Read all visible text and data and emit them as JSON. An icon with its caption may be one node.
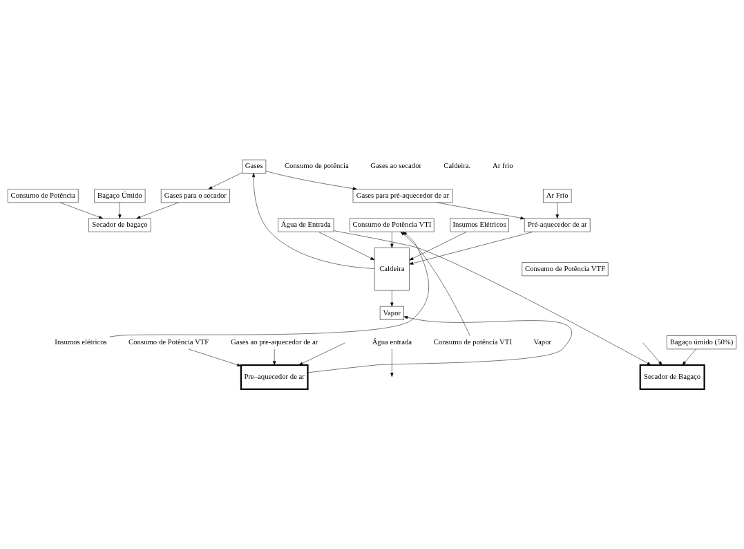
{
  "diagram": {
    "nodes": [
      {
        "text": [
          "Gases para o secador"
        ]
      },
      {
        "text": [
          "Gases"
        ]
      },
      {
        "text": [
          "Gases para pré-aquecedor de ar"
        ]
      },
      {
        "text": [
          "Consumo de Potência"
        ]
      },
      {
        "text": [
          "Secador de bagaço"
        ]
      },
      {
        "text": [
          "Caldeira"
        ]
      },
      {
        "text": [
          "Pré-aquecedor de ar"
        ]
      },
      {
        "text": [
          "Ar Frio"
        ]
      },
      {
        "text": [
          "Bagaço Úmido"
        ]
      },
      {
        "text": [
          "Água de Entrada"
        ]
      },
      {
        "text": [
          "Insumos Elétricos"
        ]
      },
      {
        "text": [
          "Vapor"
        ]
      },
      {
        "text": [
          "Consumo de Potência VTF"
        ]
      },
      {
        "text": [
          "Consumo de Potência VTI"
        ]
      },
      {
        "text": [
          "Secador de Bagaço"
        ]
      },
      {
        "text": [
          "Pre–aquecedor de ar"
        ]
      },
      {
        "text": [
          "Bagaço úmido (50%)"
        ]
      },
      {
        "text": [
          "Água entrada"
        ]
      },
      {
        "text": [
          "Consumo de potência VTI"
        ]
      },
      {
        "text": [
          "Vapor"
        ]
      },
      {
        "text": [
          "Insumos elétricos"
        ]
      },
      {
        "text": [
          "Consumo de Potência VTF"
        ]
      },
      {
        "text": [
          "Gases ao pre-aquecedor de ar"
        ]
      }
    ],
    "edges": [
      {
        "from": 1,
        "to": 0,
        "arrow": "to"
      },
      {
        "from": 1,
        "to": 2,
        "arrow": "to"
      },
      {
        "from": 5,
        "to": 1,
        "arrow": "to"
      },
      {
        "from": 2,
        "to": 6,
        "arrow": "to"
      },
      {
        "from": 6,
        "to": 5,
        "arrow": "to"
      },
      {
        "from": 7,
        "to": 6,
        "arrow": "to"
      },
      {
        "from": 3,
        "to": 4,
        "arrow": "to"
      },
      {
        "from": 0,
        "to": 4,
        "arrow": "to"
      },
      {
        "from": 8,
        "to": 4,
        "arrow": "to"
      },
      {
        "from": 9,
        "to": 5,
        "arrow": "to"
      },
      {
        "from": 10,
        "to": 5,
        "arrow": "to"
      },
      {
        "from": 5,
        "to": 11,
        "arrow": "to"
      },
      {
        "from": 13,
        "to": 5,
        "arrow": "to"
      },
      {
        "from": 16,
        "to": 14,
        "arrow": "to"
      },
      {
        "from": null,
        "to": 14,
        "arrow": "to"
      },
      {
        "from": 9,
        "to": 14,
        "arrow": "to"
      },
      {
        "from": 22,
        "to": 15,
        "arrow": "to"
      },
      {
        "from": 15,
        "to": 11,
        "arrow": "to"
      },
      {
        "from": null,
        "to": 15,
        "arrow": "to"
      },
      {
        "from": 21,
        "to": 15,
        "arrow": "to"
      },
      {
        "from": 18,
        "to": 13,
        "arrow": "to"
      },
      {
        "from": 20,
        "to": 13,
        "arrow": "to"
      },
      {
        "from": 17,
        "to": null,
        "arrow": "to"
      }
    ],
    "labels": [
      "Consumo de potência",
      "Gases ao secador",
      "Caldeira.",
      "Ar frio"
    ]
  }
}
